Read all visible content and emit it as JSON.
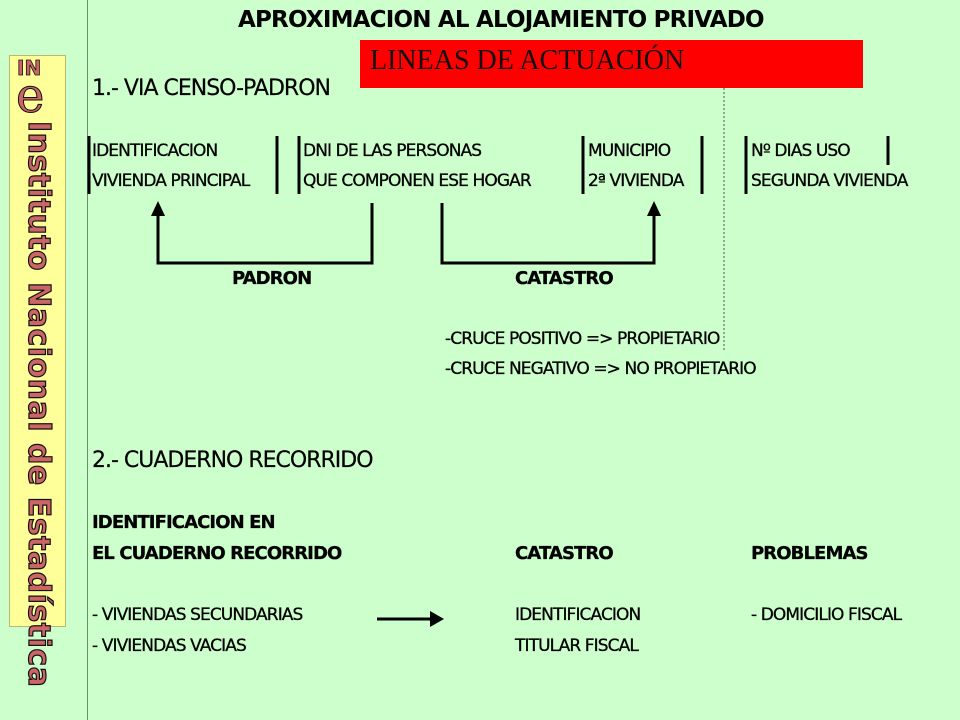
{
  "sidebar": {
    "logo_text": "ine",
    "organization": "Instituto Nacional de Estadística"
  },
  "slide": {
    "title": "APROXIMACION AL ALOJAMIENTO PRIVADO",
    "banner": "LINEAS DE ACTUACIÓN",
    "section1": {
      "heading": "1.- VIA CENSO-PADRON",
      "columns": [
        {
          "line1": "IDENTIFICACION",
          "line2": "VIVIENDA PRINCIPAL"
        },
        {
          "line1": "DNI DE LAS PERSONAS",
          "line2": "QUE COMPONEN ESE HOGAR"
        },
        {
          "line1": "MUNICIPIO",
          "line2": "2ª VIVIENDA"
        },
        {
          "line1": "Nº DIAS USO",
          "line2": "SEGUNDA VIVIENDA"
        }
      ],
      "link_labels": [
        "PADRON",
        "CATASTRO"
      ],
      "cruce_positivo": "-CRUCE POSITIVO => PROPIETARIO",
      "cruce_negativo": "-CRUCE NEGATIVO => NO PROPIETARIO"
    },
    "section2": {
      "heading": "2.- CUADERNO RECORRIDO",
      "left_header_line1": "IDENTIFICACION EN",
      "left_header_line2": "EL CUADERNO RECORRIDO",
      "mid_header": "CATASTRO",
      "right_header": "PROBLEMAS",
      "left_items": [
        "- VIVIENDAS SECUNDARIAS",
        "- VIVIENDAS VACIAS"
      ],
      "mid_items": [
        "IDENTIFICACION",
        "TITULAR FISCAL"
      ],
      "right_items": [
        "- DOMICILIO FISCAL"
      ]
    }
  }
}
